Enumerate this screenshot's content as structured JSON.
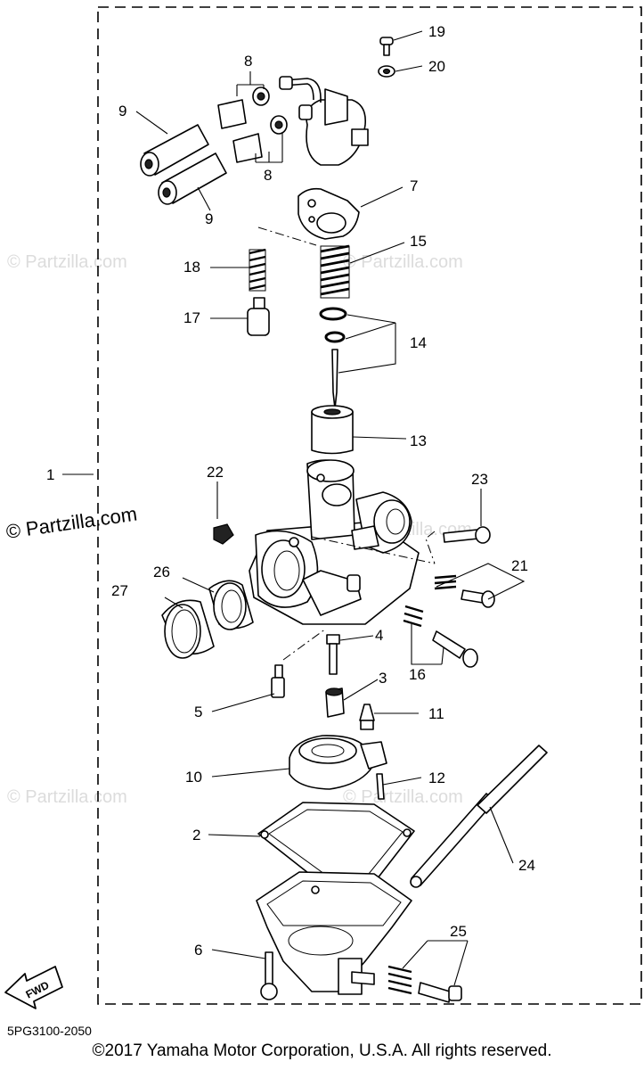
{
  "watermark": "© Partzilla.com",
  "watermark_prominent": "© Partzilla.com",
  "fwd_label": "FWD",
  "footer": {
    "code": "5PG3100-2050",
    "copyright": "©2017  Yamaha Motor Corporation, U.S.A. All rights reserved."
  },
  "callouts": {
    "c1": "1",
    "c2": "2",
    "c3": "3",
    "c4": "4",
    "c5": "5",
    "c6": "6",
    "c7": "7",
    "c8a": "8",
    "c8b": "8",
    "c9a": "9",
    "c9b": "9",
    "c10": "10",
    "c11": "11",
    "c12": "12",
    "c13": "13",
    "c14": "14",
    "c15": "15",
    "c16": "16",
    "c17": "17",
    "c18": "18",
    "c19": "19",
    "c20": "20",
    "c21": "21",
    "c22": "22",
    "c23": "23",
    "c24": "24",
    "c25": "25",
    "c26": "26",
    "c27": "27"
  }
}
